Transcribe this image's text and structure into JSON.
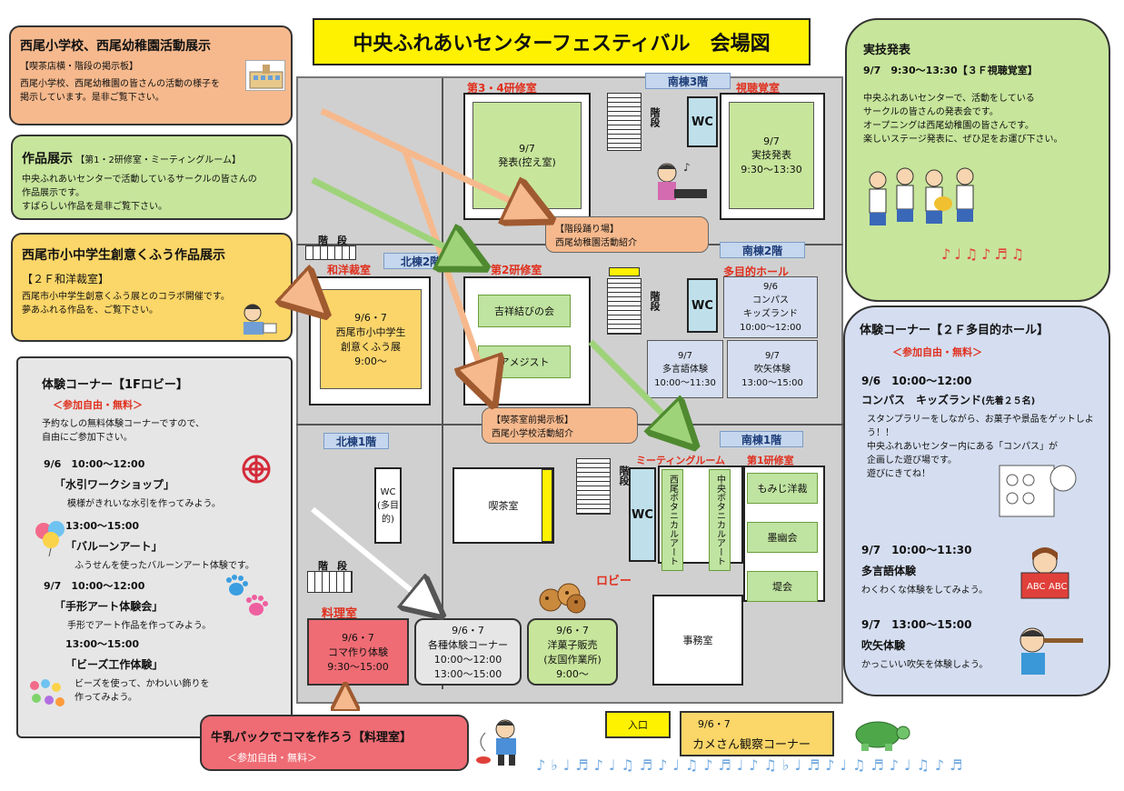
{
  "title": "中央ふれあいセンターフェスティバル　会場図",
  "floors": {
    "south3": "南棟3階",
    "south2": "南棟2階",
    "south1": "南棟1階",
    "north2": "北棟2階",
    "north1": "北棟1階"
  },
  "rooms": {
    "study34": {
      "label": "第3・4研修室",
      "text": "9/7\n発表(控え室)"
    },
    "av": {
      "label": "視聴覚室",
      "text": "9/7\n実技発表\n9:30〜13:30"
    },
    "washitsu": {
      "label": "和洋裁室",
      "text": "9/6・7\n西尾市小中学生\n創意くふう展\n9:00〜"
    },
    "study2": {
      "label": "第2研修室",
      "club1": "吉祥結びの会",
      "club2": "アメジスト"
    },
    "hall": {
      "label": "多目的ホール",
      "compass": "9/6\nコンパス\nキッズランド\n10:00〜12:00",
      "lang": "9/7\n多言語体験\n10:00〜11:30",
      "fukiya": "9/7\n吹矢体験\n13:00〜15:00"
    },
    "meeting": {
      "label": "ミーティングルーム",
      "bot1": "西尾ボタニカルアート",
      "bot2": "中央ボタニカルアート"
    },
    "study1": {
      "label": "第1研修室",
      "g1": "もみじ洋裁",
      "g2": "墨幽会",
      "g3": "堤会"
    },
    "cafe": "喫茶室",
    "office": "事務室",
    "lobby": "ロビー",
    "cooking": {
      "label": "料理室",
      "text": "9/6・7\nコマ作り体験\n9:30〜15:00"
    },
    "variety": "9/6・7\n各種体験コーナー\n10:00〜12:00\n13:00〜15:00",
    "sweets": "9/6・7\n洋菓子販売\n(友国作業所)\n9:00〜",
    "entrance": "入口",
    "wc": "WC",
    "wc_multi": "WC\n(多目的)",
    "stairs": "階段"
  },
  "callouts": {
    "landing": "【階段踊り場】\n西尾幼稚園活動紹介",
    "cafe_board": "【喫茶室前掲示板】\n西尾小学校活動紹介"
  },
  "left_panels": {
    "school": {
      "title": "西尾小学校、西尾幼稚園活動展示",
      "sub": "【喫茶店横・階段の掲示板】",
      "body": "西尾小学校、西尾幼稚園の皆さんの活動の様子を\n掲示しています。是非ご覧下さい。"
    },
    "works": {
      "title": "作品展示",
      "sub": "【第1・2研修室・ミーティングルーム】",
      "body": "中央ふれあいセンターで活動しているサークルの皆さんの\n作品展示です。\nすばらしい作品を是非ご覧下さい。"
    },
    "sousou": {
      "title": "西尾市小中学生創意くふう作品展示",
      "sub": "【２Ｆ和洋裁室】",
      "body": "西尾市小中学生創意くふう展とのコラボ開催です。\n夢あふれる作品を、ご覧下さい。"
    }
  },
  "lobby_panel": {
    "title": "体験コーナー【1Fロビー】",
    "free": "＜参加自由・無料＞",
    "intro": "予約なしの無料体験コーナーですので、\n自由にご参加下さい。",
    "items": [
      {
        "time": "9/6　10:00〜12:00",
        "name": "「水引ワークショップ」",
        "desc": "模様がきれいな水引を作ってみよう。"
      },
      {
        "time": "13:00〜15:00",
        "name": "「バルーンアート」",
        "desc": "ふうせんを使ったバルーンアート体験です。"
      },
      {
        "time": "9/7　10:00〜12:00",
        "name": "「手形アート体験会」",
        "desc": "手形でアート作品を作ってみよう。"
      },
      {
        "time": "13:00〜15:00",
        "name": "「ビーズ工作体験」",
        "desc": "ビーズを使って、かわいい飾りを\n作ってみよう。"
      }
    ]
  },
  "milk_panel": {
    "title": "牛乳パックでコマを作ろう【料理室】",
    "free": "＜参加自由・無料＞"
  },
  "turtle_panel": {
    "date": "9/6・7",
    "text": "カメさん観察コーナー"
  },
  "right_top": {
    "title": "実技発表",
    "time": "9/7　9:30〜13:30【３Ｆ視聴覚室】",
    "body": "中央ふれあいセンターで、活動をしている\nサークルの皆さんの発表会です。\nオープニングは西尾幼稚園の皆さんです。\n楽しいステージ発表に、ぜひ足をお運び下さい。"
  },
  "right_bottom": {
    "title": "体験コーナー【２Ｆ多目的ホール】",
    "free": "＜参加自由・無料＞",
    "items": [
      {
        "time": "9/6　10:00〜12:00",
        "name": "コンパス　キッズランド",
        "note": "(先着２５名)",
        "desc": "スタンプラリーをしながら、お菓子や景品をゲットしよう！！\n中央ふれあいセンター内にある「コンパス」が\n企画した遊び場です。\n遊びにきてね！"
      },
      {
        "time": "9/7　10:00〜11:30",
        "name": "多言語体験",
        "desc": "わくわくな体験をしてみよう。"
      },
      {
        "time": "9/7　13:00〜15:00",
        "name": "吹矢体験",
        "desc": "かっこいい吹矢を体験しよう。"
      }
    ]
  },
  "colors": {
    "orange": "#f6b98d",
    "green": "#c7e59b",
    "yellow": "#fbd668",
    "red": "#ef6c74",
    "blue": "#d5def0",
    "gray": "#e6e6e6"
  }
}
